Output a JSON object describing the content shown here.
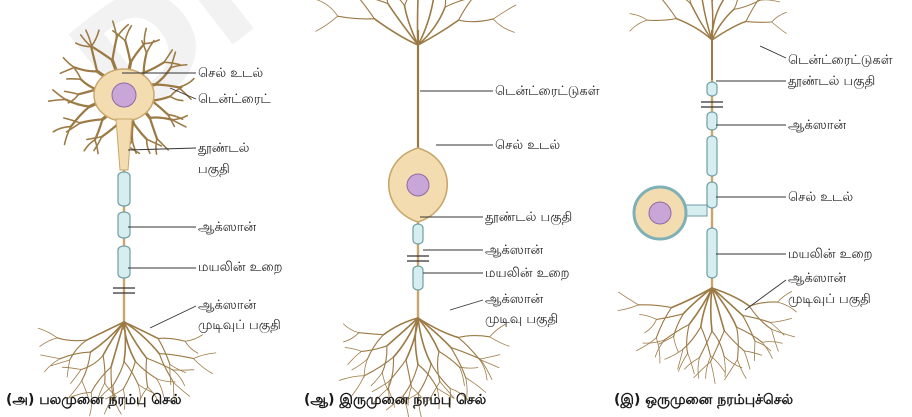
{
  "colors": {
    "dendrite": "#c9a66b",
    "dendrite_dark": "#9c7a45",
    "cell_body_fill": "#f3ddb0",
    "nucleus": "#c8a6d8",
    "myelin": "#d7eef0",
    "myelin_stroke": "#6f9ea3",
    "leader_line": "#333333",
    "text": "#222222"
  },
  "watermark": {
    "text": "Dra"
  },
  "neuron_a": {
    "labels": {
      "cell_body": "செல் உடல்",
      "dendrite": "டென்ட்ரைட்",
      "axon_hillock_line1": "தூண்டல்",
      "axon_hillock_line2": "பகுதி",
      "axon": "ஆக்ஸான்",
      "myelin": "மயலின் உறை",
      "axon_terminal_line1": "ஆக்ஸான்",
      "axon_terminal_line2": "முடிவுப் பகுதி"
    },
    "caption": "(அ) பலமுனை நரம்பு செல்"
  },
  "neuron_b": {
    "labels": {
      "dendrites": "டென்ட்ரைட்டுகள்",
      "cell_body": "செல் உடல்",
      "axon_hillock": "தூண்டல் பகுதி",
      "axon": "ஆக்ஸான்",
      "myelin": "மயலின் உறை",
      "axon_terminal_line1": "ஆக்ஸான்",
      "axon_terminal_line2": "முடிவு பகுதி"
    },
    "caption": "(ஆ) இருமுனை நரம்பு செல்"
  },
  "neuron_c": {
    "labels": {
      "dendrites": "டென்ட்ரைட்டுகள்",
      "axon_hillock": "தூண்டல் பகுதி",
      "axon": "ஆக்ஸான்",
      "cell_body": "செல் உடல்",
      "myelin": "மயலின் உறை",
      "axon_terminal_line1": "ஆக்ஸான்",
      "axon_terminal_line2": "முடிவுப் பகுதி"
    },
    "caption": "(இ) ஒருமுனை நரம்புச்செல்"
  }
}
